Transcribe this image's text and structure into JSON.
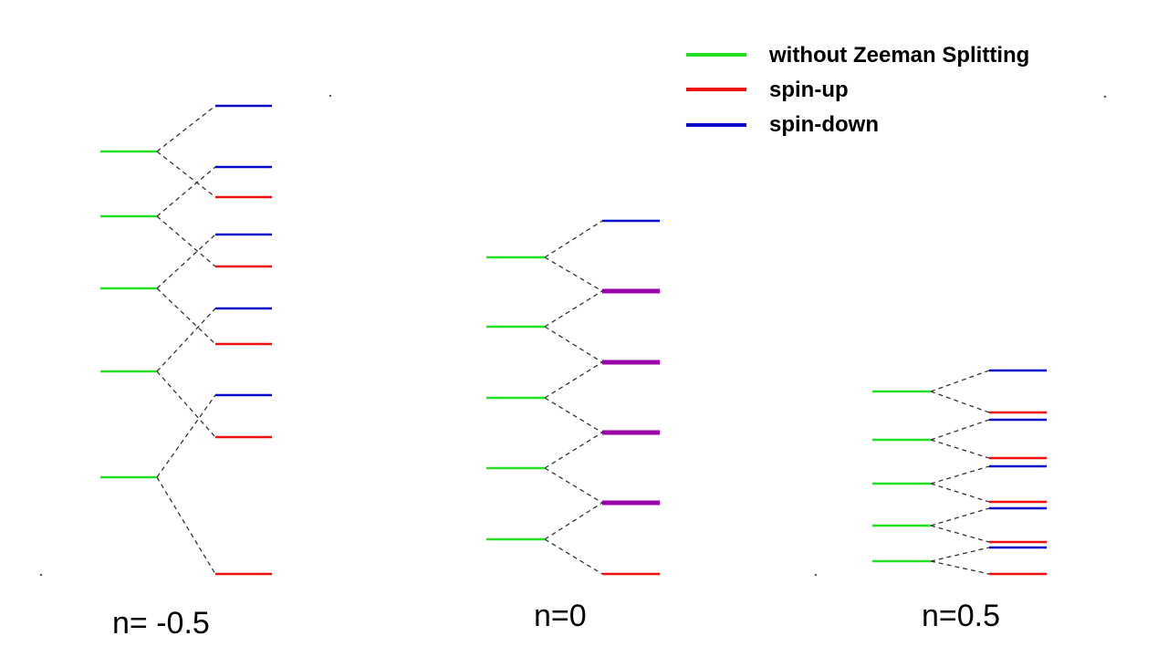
{
  "legend": {
    "items": [
      {
        "label": "without Zeeman Splitting",
        "color": "#22e022"
      },
      {
        "label": "spin-up",
        "color": "#ee1111"
      },
      {
        "label": "spin-down",
        "color": "#0a0acc"
      }
    ]
  },
  "colors": {
    "unsplit": "#22e022",
    "spin_up": "#ee1111",
    "spin_down": "#0a0acc",
    "degenerate": "#9900aa",
    "connector": "#333333"
  },
  "panels": [
    {
      "label": "n= -0.5"
    },
    {
      "label": "n=0"
    },
    {
      "label": "n=0.5"
    }
  ]
}
